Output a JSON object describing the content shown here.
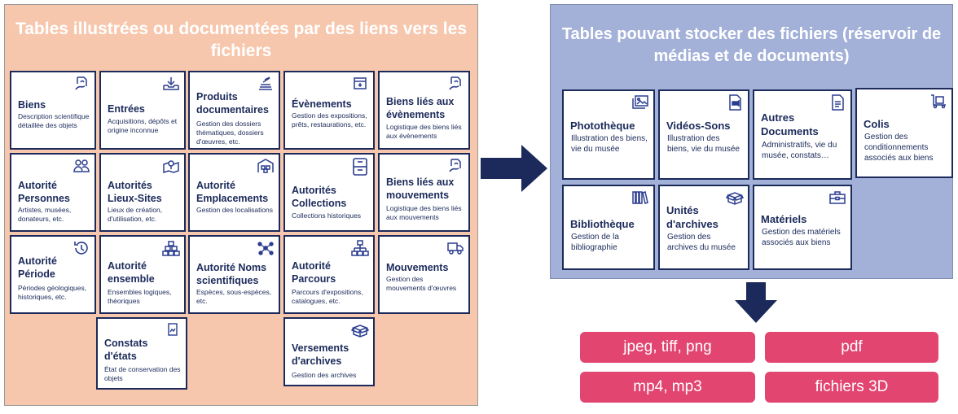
{
  "left_panel": {
    "title": "Tables illustrées ou documentées par des liens vers les fichiers",
    "cards": [
      {
        "title": "Biens",
        "desc": "Description scientifique détaillée des objets",
        "icon": "document-hand-icon"
      },
      {
        "title": "Entrées",
        "desc": "Acquisitions, dépôts et origine inconnue",
        "icon": "inbox-download-icon"
      },
      {
        "title": "Produits documentaires",
        "desc": "Gestion des dossiers thématiques, dossiers d'œuvres, etc.",
        "icon": "stack-books-icon"
      },
      {
        "title": "Évènements",
        "desc": "Gestion des expositions, prêts, restaurations, etc.",
        "icon": "archive-box-icon"
      },
      {
        "title": "Biens liés aux évènements",
        "desc": "Logistique des biens liés aux évènements",
        "icon": "document-hand-icon"
      },
      {
        "title": "Autorité Personnes",
        "desc": "Artistes, musées, donateurs, etc.",
        "icon": "people-icon"
      },
      {
        "title": "Autorités Lieux-Sites",
        "desc": "Lieux de création, d'utilisation, etc.",
        "icon": "map-pin-icon"
      },
      {
        "title": "Autorité Emplacements",
        "desc": "Gestion des localisations",
        "icon": "warehouse-icon"
      },
      {
        "title": "Autorités Collections",
        "desc": "Collections historiques",
        "icon": "cabinet-icon"
      },
      {
        "title": "Biens liés aux mouvements",
        "desc": "Logistique des biens liés aux mouvements",
        "icon": "document-hand-icon"
      },
      {
        "title": "Autorité Période",
        "desc": "Périodes géologiques, historiques, etc.",
        "icon": "history-clock-icon"
      },
      {
        "title": "Autorité ensemble",
        "desc": "Ensembles logiques, théoriques",
        "icon": "boxes-stack-icon"
      },
      {
        "title": "Autorité Noms scientifiques",
        "desc": "Espèces, sous-espèces, etc.",
        "icon": "molecule-icon"
      },
      {
        "title": "Autorité Parcours",
        "desc": "Parcours d'expositions, catalogues, etc.",
        "icon": "hierarchy-icon"
      },
      {
        "title": "Mouvements",
        "desc": "Gestion des mouvements d'œuvres",
        "icon": "delivery-truck-icon"
      },
      {
        "title": "Constats d'états",
        "desc": "État de conservation des objets",
        "icon": "report-icon"
      },
      {
        "title": "Versements d'archives",
        "desc": "Gestion des archives",
        "icon": "open-box-icon"
      }
    ]
  },
  "right_panel": {
    "title": "Tables pouvant stocker des fichiers (réservoir de médias et de documents)",
    "cards": [
      {
        "title": "Photothèque",
        "desc": "Illustration des biens, vie du musée",
        "icon": "photo-gallery-icon"
      },
      {
        "title": "Vidéos-Sons",
        "desc": "Illustration des biens, vie du musée",
        "icon": "video-file-icon"
      },
      {
        "title": "Autres Documents",
        "desc": "Administratifs, vie du musée, constats…",
        "icon": "text-document-icon"
      },
      {
        "title": "Colis",
        "desc": "Gestion des conditionnements associés aux biens",
        "icon": "trolley-box-icon"
      },
      {
        "title": "Bibliothèque",
        "desc": "Gestion de la bibliographie",
        "icon": "bookshelf-icon"
      },
      {
        "title": "Unités d'archives",
        "desc": "Gestion des archives du musée",
        "icon": "open-box-icon"
      },
      {
        "title": "Matériels",
        "desc": "Gestion des matériels associés aux biens",
        "icon": "toolbox-icon"
      }
    ]
  },
  "formats": [
    {
      "label": "jpeg, tiff, png"
    },
    {
      "label": "pdf"
    },
    {
      "label": "mp4, mp3"
    },
    {
      "label": "fichiers 3D"
    }
  ],
  "colors": {
    "left_bg": "#f6c7ad",
    "right_bg": "#a3b1d8",
    "card_border": "#1b2a5a",
    "arrow": "#1b2a5a",
    "pill": "#e2456f"
  }
}
